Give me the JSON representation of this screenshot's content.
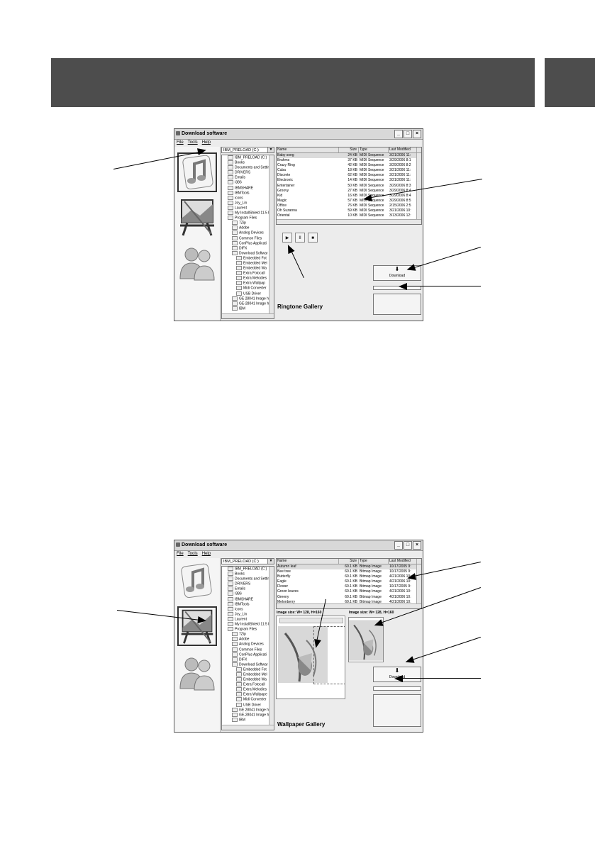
{
  "ringtone_window": {
    "title": "Download software",
    "menu": [
      "File",
      "Tools",
      "Help"
    ],
    "drive": "IBM_PRELOAD (C:)",
    "tree": [
      "IBM_PRELOAD (C:)",
      "Books",
      "Documents and Settin",
      "DRIVERS",
      "Emails",
      "I386",
      "IBMSHARE",
      "IBMTools",
      "icons",
      "Joy_Lin",
      "Laurent",
      "My InstallShield 11.5 P",
      "Program Files",
      "7Zip",
      "Adobe",
      "Analog Devices",
      "Common Files",
      "ConPlus Applicati",
      "DIFX",
      "Download Softwar",
      "Embedded Fot",
      "Embedded Mel",
      "Embedded Wa",
      "Extra Fotocall",
      "Extra Melodies",
      "Extra Wallpap",
      "Midi Converter",
      "USB Driver",
      "GE 28041 Image h",
      "GE-28041 Image h",
      "IBM"
    ],
    "columns": [
      "Name",
      "Size",
      "Type",
      "Last Modified"
    ],
    "rows": [
      {
        "name": "Baby song",
        "size": "24 KB",
        "type": "MIDI Sequence",
        "modified": "3/21/2006 11:"
      },
      {
        "name": "Brahms",
        "size": "37 KB",
        "type": "MIDI Sequence",
        "modified": "3/29/2006 8:1"
      },
      {
        "name": "Crazy Ring",
        "size": "42 KB",
        "type": "MIDI Sequence",
        "modified": "3/29/2006 8:2"
      },
      {
        "name": "Cuba",
        "size": "18 KB",
        "type": "MIDI Sequence",
        "modified": "3/21/2006 11:"
      },
      {
        "name": "Discrete",
        "size": "62 KB",
        "type": "MIDI Sequence",
        "modified": "3/21/2006 11:"
      },
      {
        "name": "Electronic",
        "size": "14 KB",
        "type": "MIDI Sequence",
        "modified": "3/21/2006 11:"
      },
      {
        "name": "Entertainer",
        "size": "50 KB",
        "type": "MIDI Sequence",
        "modified": "3/29/2006 8:3"
      },
      {
        "name": "Groovy",
        "size": "27 KB",
        "type": "MIDI Sequence",
        "modified": "3/29/2006 8:4"
      },
      {
        "name": "Kid",
        "size": "16 KB",
        "type": "MIDI Sequence",
        "modified": "3/29/2006 8:4"
      },
      {
        "name": "Magic",
        "size": "57 KB",
        "type": "MIDI Sequence",
        "modified": "3/29/2006 8:5"
      },
      {
        "name": "Office",
        "size": "76 KB",
        "type": "MIDI Sequence",
        "modified": "2/15/2006 2:5"
      },
      {
        "name": "Oh Suzanna",
        "size": "59 KB",
        "type": "MIDI Sequence",
        "modified": "3/21/2006 10:"
      },
      {
        "name": "Oriental",
        "size": "10 KB",
        "type": "MIDI Sequence",
        "modified": "3/13/2006 12:"
      }
    ],
    "play_label": "▶",
    "pause_label": "II",
    "stop_label": "■",
    "download_label": "Download",
    "gallery_title": "Ringtone Gallery"
  },
  "wallpaper_window": {
    "title": "Download software",
    "menu": [
      "File",
      "Tools",
      "Help"
    ],
    "drive": "IBM_PRELOAD (C:)",
    "tree": [
      "IBM_PRELOAD (C:)",
      "Books",
      "Documents and Settin",
      "DRIVERS",
      "Emails",
      "I386",
      "IBMSHARE",
      "IBMTools",
      "icons",
      "Joy_Lin",
      "Laurent",
      "My InstallShield 11.5 P",
      "Program Files",
      "7Zip",
      "Adobe",
      "Analog Devices",
      "Common Files",
      "ConPlus Applicati",
      "DIFX",
      "Download Softwar",
      "Embedded Fot",
      "Embedded Mel",
      "Embedded Wa",
      "Extra Fotocall",
      "Extra Melodies",
      "Extra Wallpape",
      "Midi Converter",
      "USB Driver",
      "GE 28041 Image h",
      "GE-28041 Image h",
      "IBM"
    ],
    "columns": [
      "Name",
      "Size",
      "Type",
      "Last Modified"
    ],
    "rows": [
      {
        "name": "Autumn leaf",
        "size": "60.1 KB",
        "type": "Bitmap Image",
        "modified": "10/17/2005 9:"
      },
      {
        "name": "Bee tree",
        "size": "60.1 KB",
        "type": "Bitmap Image",
        "modified": "10/17/2005 9:"
      },
      {
        "name": "Butterfly",
        "size": "60.1 KB",
        "type": "Bitmap Image",
        "modified": "4/21/2006 10:"
      },
      {
        "name": "Eagle",
        "size": "60.1 KB",
        "type": "Bitmap Image",
        "modified": "4/21/2006 10:"
      },
      {
        "name": "Flower",
        "size": "60.1 KB",
        "type": "Bitmap Image",
        "modified": "10/17/2005 9:"
      },
      {
        "name": "Green leaves",
        "size": "60.1 KB",
        "type": "Bitmap Image",
        "modified": "4/21/2006 10:"
      },
      {
        "name": "Greeny",
        "size": "60.1 KB",
        "type": "Bitmap Image",
        "modified": "4/21/2006 10:"
      },
      {
        "name": "Melonberry",
        "size": "60.1 KB",
        "type": "Bitmap Image",
        "modified": "4/21/2006 10:"
      }
    ],
    "image_size_left": "Image size: W= 128, H=160",
    "image_size_right": "Image size: W= 128, H=160",
    "download_label": "Download",
    "gallery_title": "Wallpaper Gallery"
  }
}
